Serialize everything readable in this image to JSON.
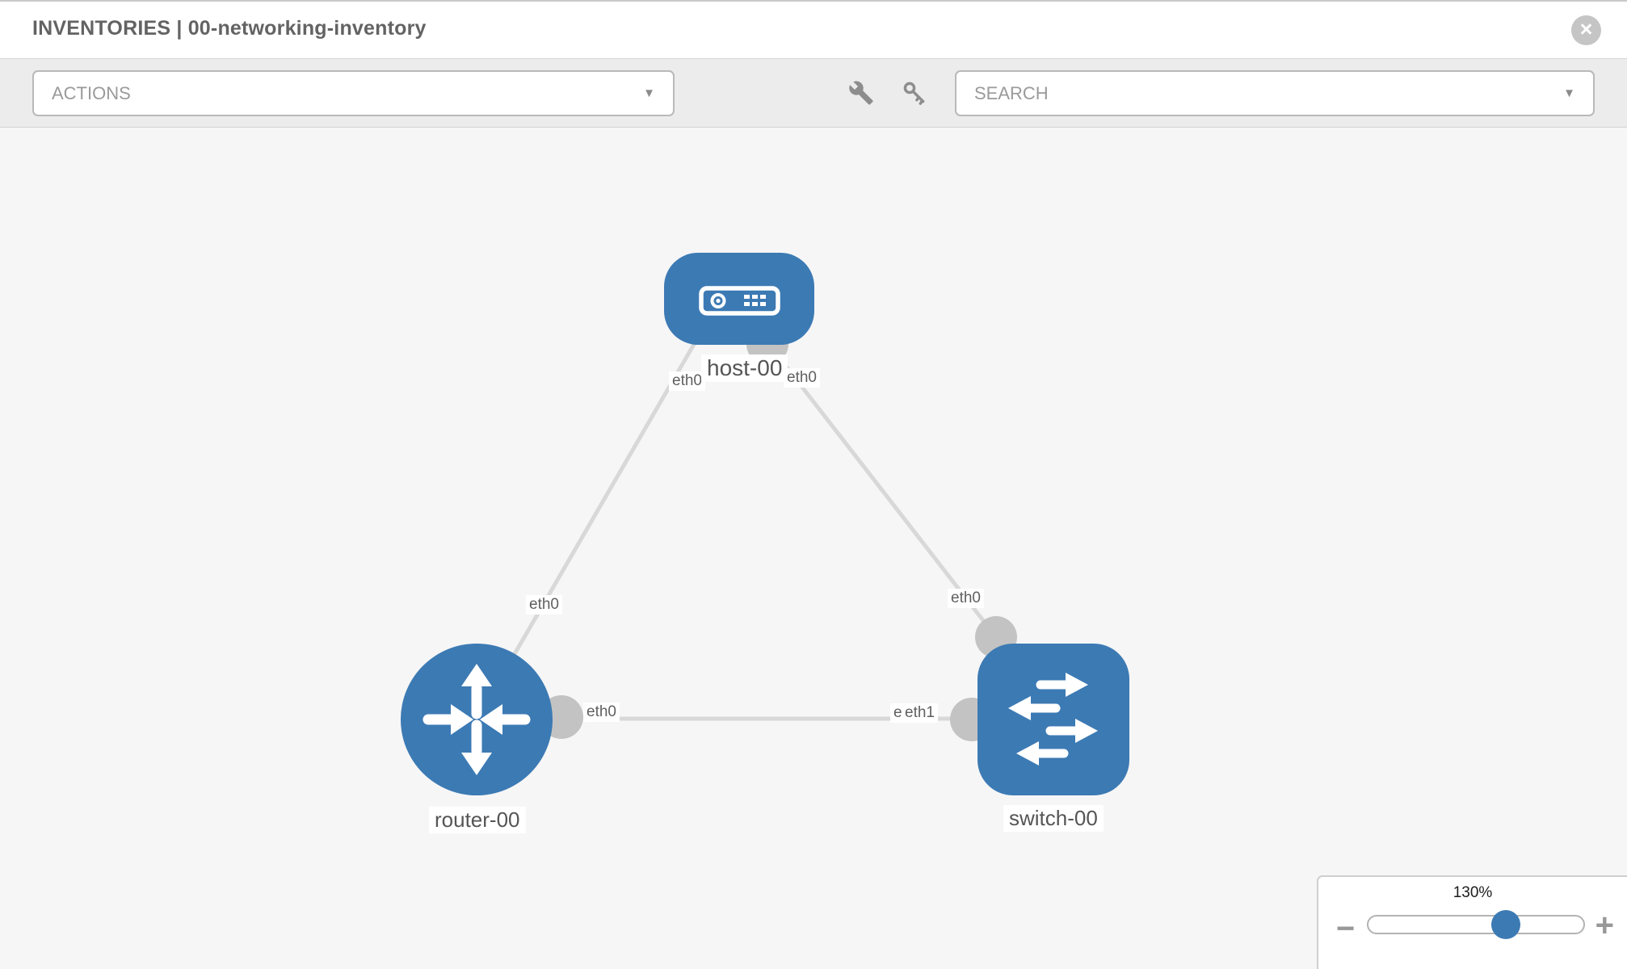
{
  "header": {
    "title": "INVENTORIES | 00-networking-inventory",
    "close_glyph": "×"
  },
  "toolbar": {
    "actions_label": "ACTIONS",
    "actions_caret": "▼",
    "search_placeholder": "SEARCH",
    "search_caret": "▼",
    "wrench_icon": "wrench",
    "key_icon": "key"
  },
  "topology": {
    "nodes": [
      {
        "name": "host-00",
        "type": "host"
      },
      {
        "name": "router-00",
        "type": "router"
      },
      {
        "name": "switch-00",
        "type": "switch"
      }
    ],
    "links": [
      {
        "from": "router-00",
        "from_interface": "eth0",
        "to": "host-00",
        "to_interface": "eth0"
      },
      {
        "from": "host-00",
        "from_interface": "eth0",
        "to": "switch-00",
        "to_interface": "eth0"
      },
      {
        "from": "router-00",
        "from_interface": "eth0",
        "to": "switch-00",
        "to_interface": "eth1"
      }
    ],
    "labels": {
      "host": "host-00",
      "router": "router-00",
      "switch": "switch-00",
      "host_left_if": "eth0",
      "host_right_if": "eth0",
      "router_host_if": "eth0",
      "switch_host_if": "eth0",
      "router_switch_if": "eth0",
      "switch_hidden_if": "eth0",
      "switch_front_if": "eth1"
    },
    "colors": {
      "node_fill": "#3c7ab4",
      "link": "#d8d8d8",
      "port": "#c3c3c3",
      "canvas_bg": "#f6f6f6"
    }
  },
  "zoom_control": {
    "level": "130%",
    "minus_glyph": "−",
    "plus_glyph": "+"
  }
}
